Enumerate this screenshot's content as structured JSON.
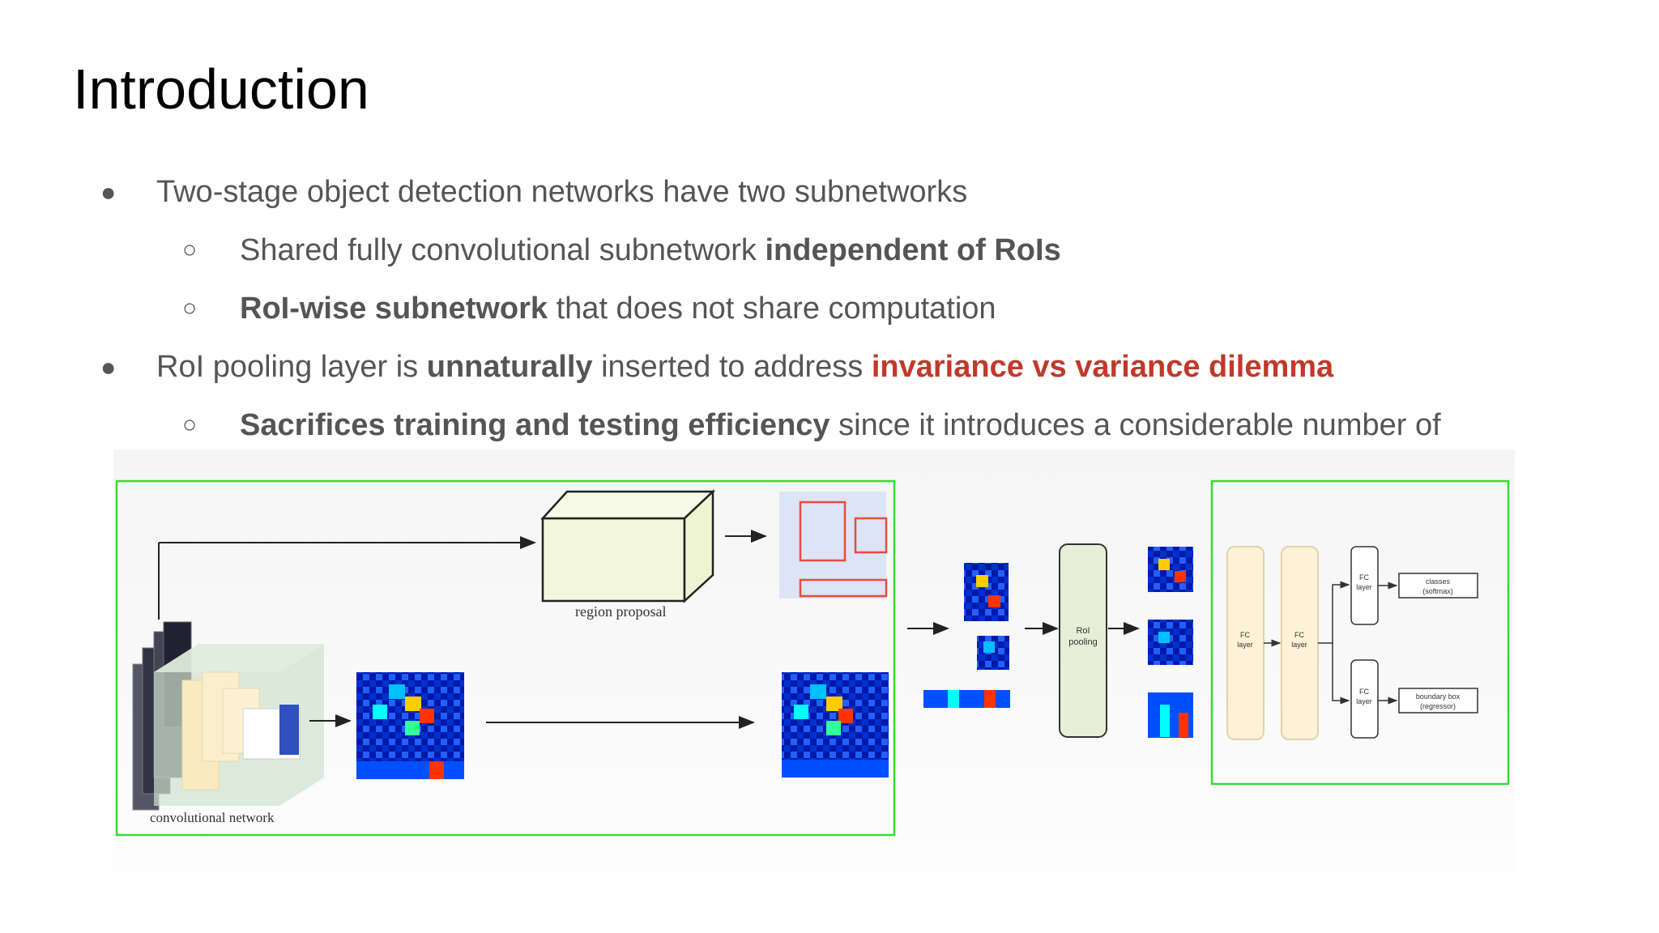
{
  "title": "Introduction",
  "bullets": {
    "b1": {
      "text": "Two-stage object detection networks have two subnetworks"
    },
    "b1a": {
      "pre": "Shared fully convolutional subnetwork ",
      "bold": "independent of RoIs"
    },
    "b1b": {
      "bold": "RoI-wise subnetwork",
      "post": " that does not share computation"
    },
    "b2": {
      "pre": "RoI pooling layer is ",
      "bold": "unnaturally",
      "mid": " inserted to address ",
      "highlight": "invariance vs variance dilemma"
    },
    "b2a": {
      "bold": "Sacrifices training and testing efficiency",
      "post": " since it introduces a considerable number of"
    }
  },
  "bullet_glyphs": {
    "level1": "●",
    "level2": "○"
  },
  "figure": {
    "region_proposal_label": "region proposal",
    "conv_label": "convolutional network",
    "roi_pooling_label": [
      "RoI",
      "pooling"
    ],
    "fc_layer_label": [
      "FC",
      "layer"
    ],
    "classes_label": [
      "classes",
      "(softmax)"
    ],
    "bbox_label": [
      "boundary box",
      "(regressor)"
    ]
  },
  "colors": {
    "highlight_red": "#c0392b",
    "text_gray": "#555555",
    "box_green": "#33dd33",
    "proposal_red": "#e74c3c",
    "pool_fill": "#e6efd6",
    "fc_fill": "#fdf2d8",
    "heatmap_blue": "#001aa8"
  }
}
